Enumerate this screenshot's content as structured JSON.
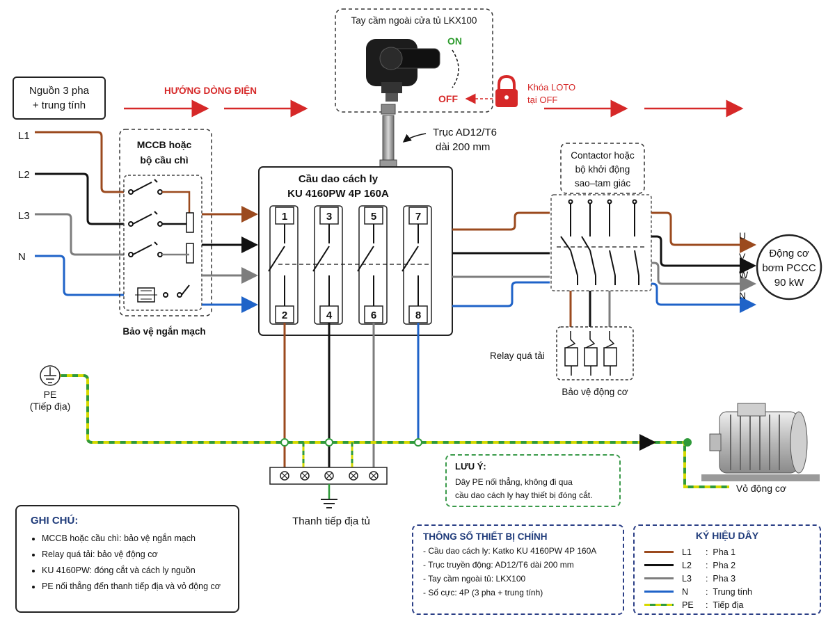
{
  "source": {
    "line1": "Nguồn 3 pha",
    "line2": "+ trung tính"
  },
  "phase_labels": {
    "l1": "L1",
    "l2": "L2",
    "l3": "L3",
    "n": "N"
  },
  "flow_label": "HƯỚNG DÒNG ĐIỆN",
  "handle": {
    "title": "Tay cầm ngoài cửa tủ LKX100",
    "on": "ON",
    "off": "OFF"
  },
  "loto": {
    "line1": "Khóa LOTO",
    "line2": "tại OFF"
  },
  "shaft": {
    "line1": "Trục AD12/T6",
    "line2": "dài 200 mm"
  },
  "mccb": {
    "title1": "MCCB hoặc",
    "title2": "bộ cầu chì",
    "caption": "Bảo vệ ngắn mạch"
  },
  "isolator": {
    "title1": "Cầu dao cách ly",
    "title2": "KU 4160PW 4P 160A",
    "top_terminals": [
      "1",
      "3",
      "5",
      "7"
    ],
    "bottom_terminals": [
      "2",
      "4",
      "6",
      "8"
    ]
  },
  "contactor": {
    "title1": "Contactor hoặc",
    "title2": "bộ khởi động",
    "title3": "sao–tam giác"
  },
  "relay": {
    "label": "Relay quá tải",
    "caption": "Bảo vệ động cơ"
  },
  "motor_terminals": [
    "U",
    "V",
    "W",
    "N"
  ],
  "motor_circle": {
    "line1": "Động cơ",
    "line2": "bơm PCCC",
    "line3": "90 kW"
  },
  "pe": {
    "label": "PE",
    "sub": "(Tiếp địa)"
  },
  "earth_bar": "Thanh tiếp địa tủ",
  "motor_body": "Vỏ động cơ",
  "note": {
    "title": "LƯU Ý:",
    "line1": "Dây PE nối thẳng, không đi qua",
    "line2": "cầu dao cách ly hay thiết bị đóng cắt."
  },
  "notes": {
    "title": "GHI CHÚ:",
    "items": [
      "MCCB hoặc cầu chì: bảo vệ ngắn  mạch",
      "Relay quá tải: bảo vệ động cơ",
      "KU 4160PW: đóng cắt và cách ly nguồn",
      "PE nối thẳng đến thanh tiếp địa và vỏ động cơ"
    ]
  },
  "specs": {
    "title": "THÔNG SỐ THIẾT BỊ CHÍNH",
    "items": [
      "- Cầu dao cách ly: Katko KU 4160PW 4P 160A",
      "- Trục truyền động: AD12/T6 dài 200 mm",
      "- Tay cầm ngoài tủ: LKX100",
      "- Số cực: 4P (3 pha + trung tính)"
    ]
  },
  "legend": {
    "title": "KÝ HIỆU DÂY",
    "items": [
      {
        "code": "L1",
        "name": "Pha 1",
        "color": "#9b4a1e"
      },
      {
        "code": "L2",
        "name": "Pha 2",
        "color": "#111111"
      },
      {
        "code": "L3",
        "name": "Pha 3",
        "color": "#7d7d7d"
      },
      {
        "code": "N",
        "name": "Trung tính",
        "color": "#1f63c8"
      },
      {
        "code": "PE",
        "name": "Tiếp địa",
        "color": "#c8d400"
      }
    ]
  },
  "colors": {
    "l1": "#9b4a1e",
    "l2": "#111111",
    "l3": "#7d7d7d",
    "n": "#1f63c8",
    "pe_yellow": "#d6d900",
    "pe_green": "#2f9a3a",
    "red": "#d62828",
    "on_green": "#2e9c2e",
    "title_blue": "#1f3b7a"
  }
}
